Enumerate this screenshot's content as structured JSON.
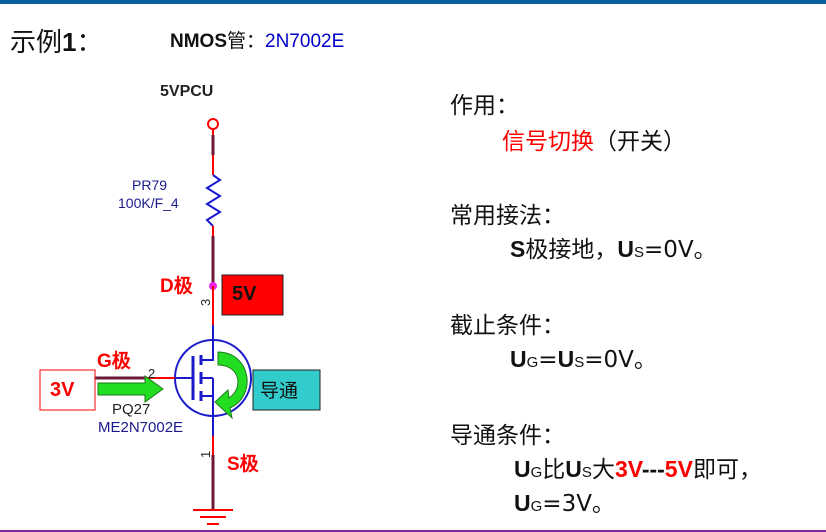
{
  "title": {
    "prefix": "示例",
    "num": "1",
    "colon": "："
  },
  "device": {
    "type_label": "NMOS",
    "suffix": "管：",
    "part": "2N7002E"
  },
  "circuit": {
    "supply": "5VPCU",
    "resistor_ref": "PR79",
    "resistor_value": "100K/F_4",
    "drain_label": "D极",
    "drain_voltage": "5V",
    "drain_pin": "3",
    "gate_label": "G极",
    "gate_voltage": "3V",
    "gate_pin": "2",
    "mosfet_ref": "PQ27",
    "mosfet_part": "ME2N7002E",
    "state_label": "导通",
    "source_label": "S极",
    "source_pin": "1",
    "colors": {
      "wire": "#6b1a3a",
      "accent": "#ff0000",
      "component": "#1a1acc",
      "state_box": "#33cccc",
      "arrow": "#22dd22"
    }
  },
  "notes": {
    "function_heading": "作用：",
    "function_red": "信号切换",
    "function_rest": "（开关）",
    "wiring_heading": "常用接法：",
    "wiring_s": "S",
    "wiring_text": "极接地，",
    "wiring_u": "U",
    "wiring_sub": "S",
    "wiring_eq": "=0V。",
    "cutoff_heading": "截止条件：",
    "cutoff_u1": "U",
    "cutoff_sub1": "G",
    "cutoff_eq1": "=",
    "cutoff_u2": "U",
    "cutoff_sub2": "S",
    "cutoff_eq2": "=0V。",
    "on_heading": "导通条件：",
    "on_u1": "U",
    "on_sub1": "G",
    "on_text1": "比",
    "on_u2": "U",
    "on_sub2": "S",
    "on_text2": "大",
    "on_v1": "3V",
    "on_dash": "---",
    "on_v2": "5V",
    "on_text3": "即可，",
    "on_u3": "U",
    "on_sub3": "G",
    "on_eq3": "=3V。"
  }
}
